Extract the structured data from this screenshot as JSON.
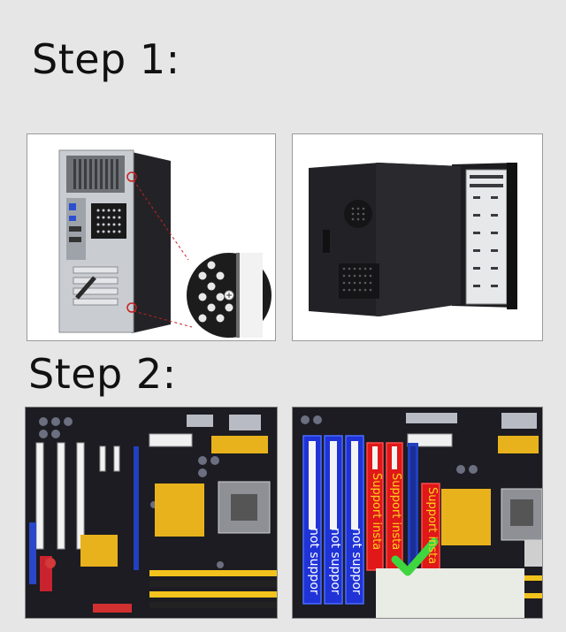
{
  "steps": {
    "step1_title": "Step 1:",
    "step2_title": "Step 2:"
  },
  "slot_labels": {
    "unsupported": "not suppor",
    "supported": "Support insta"
  },
  "colors": {
    "background": "#e6e6e6",
    "case_black": "#1e1e22",
    "slot_blue_box": "#1f33d6",
    "slot_red_box": "#e01818",
    "check_green": "#3ed63e",
    "heatsink_gold": "#e8b21c"
  },
  "icons": {
    "checkmark": "check-icon"
  }
}
